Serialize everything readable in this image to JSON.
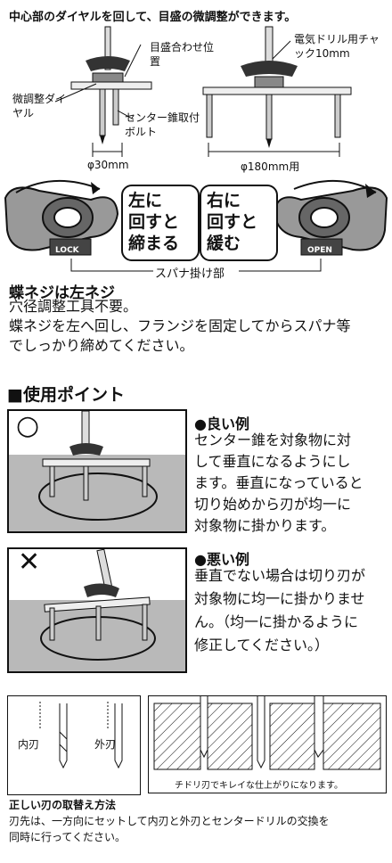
{
  "intro": "中心部のダイヤルを回して、目盛の微調整ができます。",
  "labels": {
    "scale_mark": "目盛合わせ位置",
    "fine_dial": "微調整ダイヤル",
    "center_drill_bolt": "センター錐取付ボルト",
    "chuck": "電気ドリル用チャック10mm",
    "dia_small": "φ30mm",
    "dia_large": "φ180mm用"
  },
  "wing": {
    "left_bubble_1": "左に",
    "left_bubble_2": "回すと",
    "left_bubble_3": "締まる",
    "right_bubble_1": "右に",
    "right_bubble_2": "回すと",
    "right_bubble_3": "緩む",
    "lock": "LOCK",
    "open": "OPEN",
    "spanner": "スパナ掛け部"
  },
  "note": {
    "title": "蝶ネジは左ネジ",
    "line1": "穴径調整工具不要。",
    "line2": "蝶ネジを左へ回し、フランジを固定してからスパナ等",
    "line3": "でしっかり締めてください。"
  },
  "usage": {
    "heading": "■使用ポイント",
    "good_mark": "○",
    "good_title": "●良い例",
    "good_l1": "センター錐を対象物に対",
    "good_l2": "して垂直になるようにし",
    "good_l3": "ます。垂直になっていると",
    "good_l4": "切り始めから刃が均一に",
    "good_l5": "対象物に掛かります。",
    "bad_mark": "✕",
    "bad_title": "●悪い例",
    "bad_l1": "垂直でない場合は切り刃が",
    "bad_l2": "対象物に均一に掛かりませ",
    "bad_l3": "ん。（均一に掛かるように",
    "bad_l4": "修正してください。）"
  },
  "blades": {
    "inner": "内刃",
    "outer": "外刃",
    "caption": "チドリ刃でキレイな仕上がりになります。"
  },
  "replace": {
    "title": "正しい刃の取替え方法",
    "line1": "刃先は、一方向にセットして内刃と外刃とセンタードリルの交換を",
    "line2": "同時に行ってください。"
  }
}
